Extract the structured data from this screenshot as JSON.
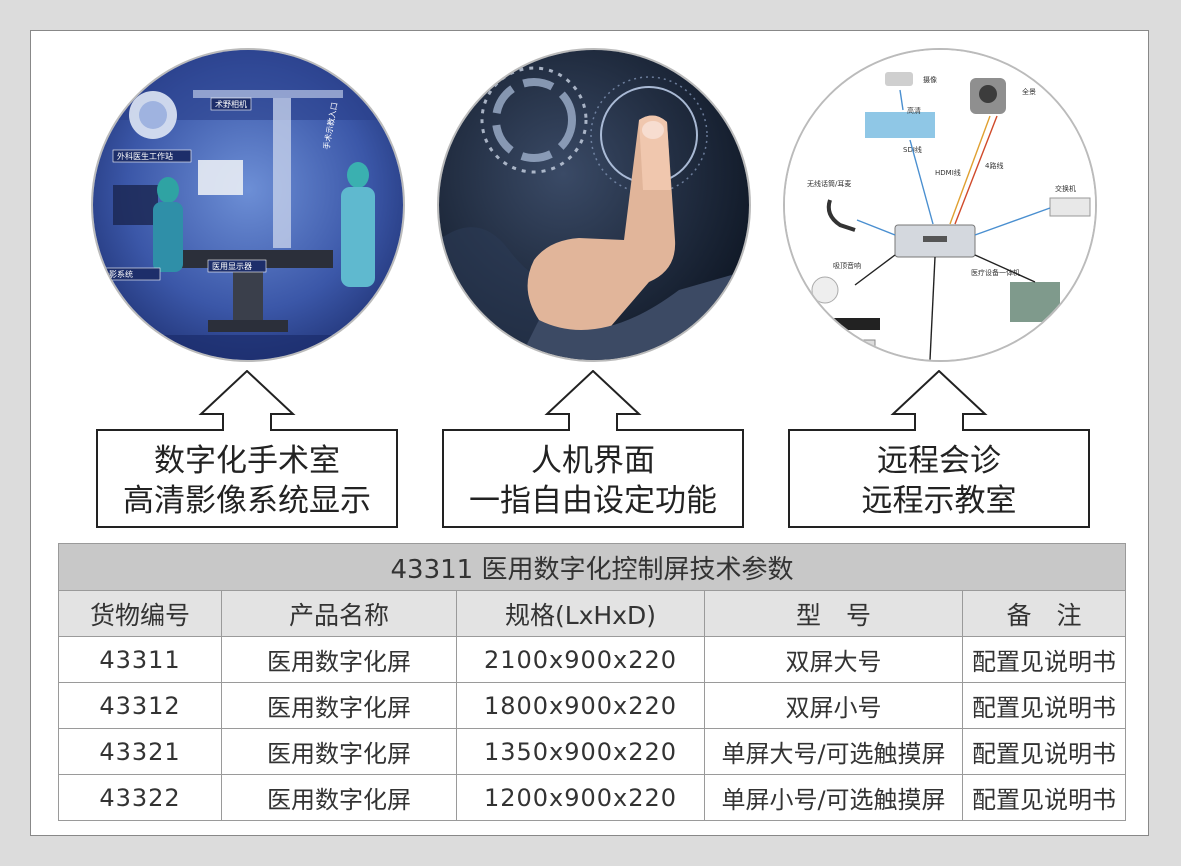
{
  "features": [
    {
      "line1": "数字化手术室",
      "line2": "高清影像系统显示"
    },
    {
      "line1": "人机界面",
      "line2": "一指自由设定功能"
    },
    {
      "line1": "远程会诊",
      "line2": "远程示教室"
    }
  ],
  "or_image": {
    "labels": [
      "术野相机",
      "外科医生工作站",
      "医用显示器",
      "手术示教入口",
      "影系统"
    ]
  },
  "diagram_image": {
    "labels": [
      "摄像",
      "全景",
      "高清",
      "SDI线",
      "HDMI线",
      "4路线",
      "无线话筒/耳麦",
      "交换机",
      "吸顶音响",
      "医疗设备一体机"
    ]
  },
  "table": {
    "title": "43311 医用数字化控制屏技术参数",
    "headers": [
      "货物编号",
      "产品名称",
      "规格(LxHxD)",
      "型　号",
      "备　注"
    ],
    "rows": [
      [
        "43311",
        "医用数字化屏",
        "2100x900x220",
        "双屏大号",
        "配置见说明书"
      ],
      [
        "43312",
        "医用数字化屏",
        "1800x900x220",
        "双屏小号",
        "配置见说明书"
      ],
      [
        "43321",
        "医用数字化屏",
        "1350x900x220",
        "单屏大号/可选触摸屏",
        "配置见说明书"
      ],
      [
        "43322",
        "医用数字化屏",
        "1200x900x220",
        "单屏小号/可选触摸屏",
        "配置见说明书"
      ]
    ]
  }
}
